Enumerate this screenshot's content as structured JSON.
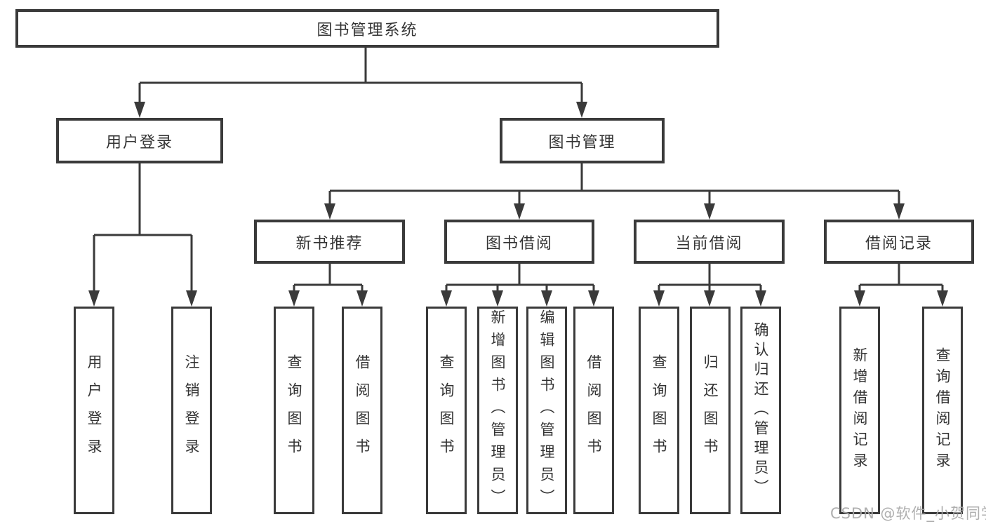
{
  "tree": {
    "root": "图书管理系统",
    "branches": [
      {
        "label": "用户登录",
        "children": [
          {
            "label": "用户登录"
          },
          {
            "label": "注销登录"
          }
        ]
      },
      {
        "label": "图书管理",
        "children": [
          {
            "label": "新书推荐",
            "children": [
              {
                "label": "查询图书"
              },
              {
                "label": "借阅图书"
              }
            ]
          },
          {
            "label": "图书借阅",
            "children": [
              {
                "label": "查询图书"
              },
              {
                "label": "新增图书（管理员）"
              },
              {
                "label": "编辑图书（管理员）"
              },
              {
                "label": "借阅图书"
              }
            ]
          },
          {
            "label": "当前借阅",
            "children": [
              {
                "label": "查询图书"
              },
              {
                "label": "归还图书"
              },
              {
                "label": "确认归还（管理员）"
              }
            ]
          },
          {
            "label": "借阅记录",
            "children": [
              {
                "label": "新增借阅记录"
              },
              {
                "label": "查询借阅记录"
              }
            ]
          }
        ]
      }
    ]
  },
  "watermark": "CSDN @软件_小贺同学",
  "colors": {
    "line": "#3a3a3a",
    "text": "#333333",
    "box_border": "#3a3a3a",
    "box_fill": "#ffffff",
    "watermark": "#a8a8a8",
    "background": "#ffffff"
  }
}
